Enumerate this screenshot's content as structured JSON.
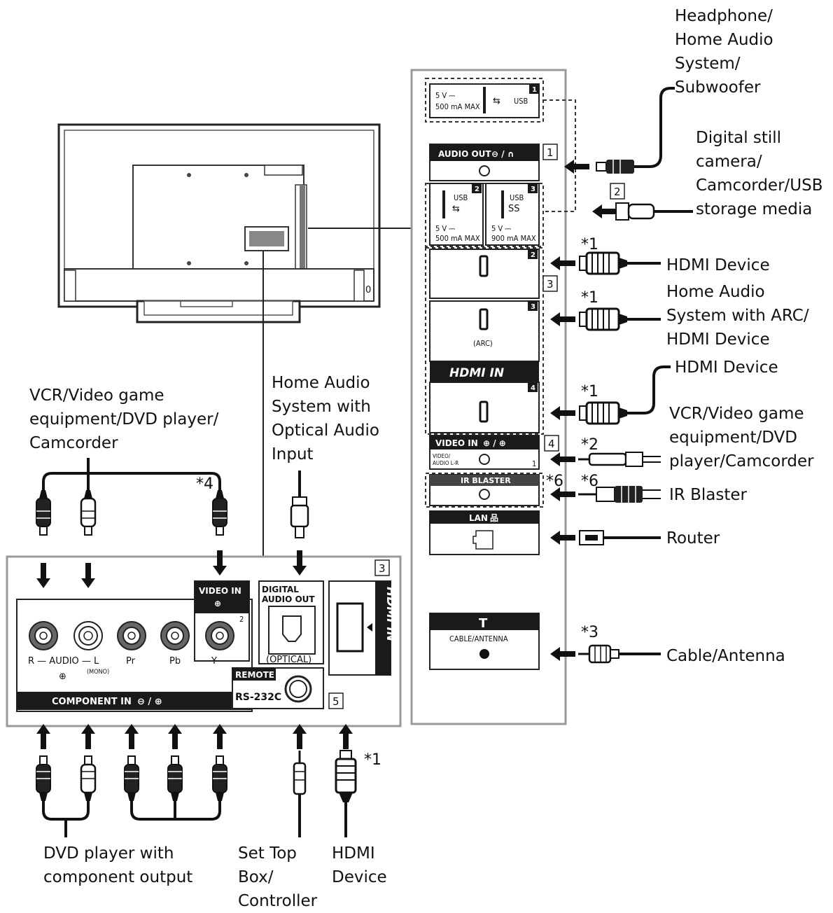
{
  "labels": {
    "headphone": [
      "Headphone/",
      "Home Audio",
      "System/",
      "Subwoofer"
    ],
    "camera": [
      "Digital still",
      "camera/",
      "Camcorder/USB",
      "storage media"
    ],
    "hdmi_device_1": "HDMI Device",
    "arc": [
      "Home Audio",
      "System with ARC/",
      "HDMI Device"
    ],
    "hdmi_device_2": "HDMI Device",
    "vcr_right": [
      "VCR/Video game",
      "equipment/DVD",
      "player/Camcorder"
    ],
    "ir_blaster": "IR Blaster",
    "router": "Router",
    "cable_antenna": "Cable/Antenna",
    "vcr_left": [
      "VCR/Video game",
      "equipment/DVD player/",
      "Camcorder"
    ],
    "optical": [
      "Home Audio",
      "System with",
      "Optical Audio",
      "Input"
    ],
    "dvd_component": [
      "DVD player with",
      "component output"
    ],
    "set_top": [
      "Set Top",
      "Box/",
      "Controller"
    ],
    "hdmi_device_bottom": [
      "HDMI",
      "Device"
    ]
  },
  "footnotes": {
    "n1": "*1",
    "n2": "*2",
    "n3": "*3",
    "n4": "*4",
    "n6": "*6"
  },
  "callouts": {
    "c1": "1",
    "c2": "2",
    "c3": "3",
    "c4": "4",
    "c5": "5"
  },
  "port_text": {
    "usb_5v": "5 V ⎓",
    "usb_500": "500 mA MAX",
    "usb_900": "900 mA MAX",
    "usb": "USB",
    "usb_ss": "SS",
    "audio_out": "AUDIO OUT",
    "arc": "(ARC)",
    "hdmi_in": "HDMI IN",
    "video_in": "VIDEO IN",
    "video_audio": "VIDEO/",
    "video_audio2": "AUDIO L-R",
    "ir_blaster": "IR BLASTER",
    "lan": "LAN",
    "cable_antenna": "CABLE/ANTENNA",
    "component_in": "COMPONENT IN",
    "r_audio_l": "R — AUDIO — L",
    "mono": "(MONO)",
    "pr": "Pr",
    "pb": "Pb",
    "y": "Y",
    "digital": "DIGITAL",
    "audio_out_2": "AUDIO OUT",
    "optical": "(OPTICAL)",
    "remote": "REMOTE",
    "rs232c": "RS-232C",
    "zero": "0"
  }
}
